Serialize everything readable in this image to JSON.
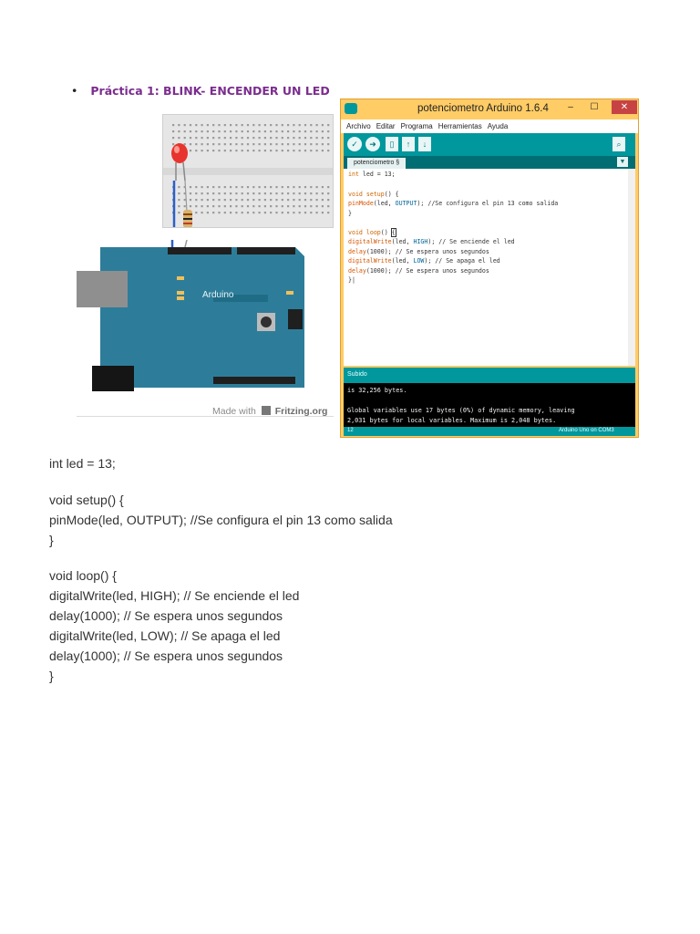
{
  "heading": {
    "bullet": "•",
    "text": "Práctica 1: BLINK- ENCENDER UN LED"
  },
  "fritzing": {
    "made_with": "Made with",
    "brand": "Fritzing.org",
    "board_label": "Arduino"
  },
  "ide": {
    "title": "potenciometro Arduino 1.6.4",
    "window_buttons": {
      "minimize": "–",
      "maximize": "☐",
      "close": "✕"
    },
    "menu": [
      "Archivo",
      "Editar",
      "Programa",
      "Herramientas",
      "Ayuda"
    ],
    "tab_label": "potenciometro §",
    "code_lines": [
      "int led = 13;",
      "",
      "void setup() {",
      "pinMode(led, OUTPUT); //Se configura el pin 13 como salida",
      "}",
      "",
      "void loop() {",
      "digitalWrite(led, HIGH); // Se enciende el led",
      "delay(1000); // Se espera unos segundos",
      "digitalWrite(led, LOW); // Se apaga el led",
      "delay(1000); // Se espera unos segundos",
      "}"
    ],
    "status": "Subido",
    "console_lines": [
      "is 32,256 bytes.",
      "",
      "Global variables use 17 bytes (0%) of dynamic memory, leaving",
      "2,031 bytes for local variables. Maximum is 2,048 bytes."
    ],
    "line_number": "12",
    "board_status": "Arduino Uno on COM3"
  },
  "body_code": [
    "int led = 13;",
    "void setup() {",
    "pinMode(led, OUTPUT); //Se configura el pin 13 como salida",
    "}",
    "void loop() {",
    "digitalWrite(led, HIGH); // Se enciende el led",
    "delay(1000); // Se espera unos segundos",
    "digitalWrite(led, LOW); // Se apaga el led",
    "delay(1000); // Se espera unos segundos",
    "}"
  ]
}
